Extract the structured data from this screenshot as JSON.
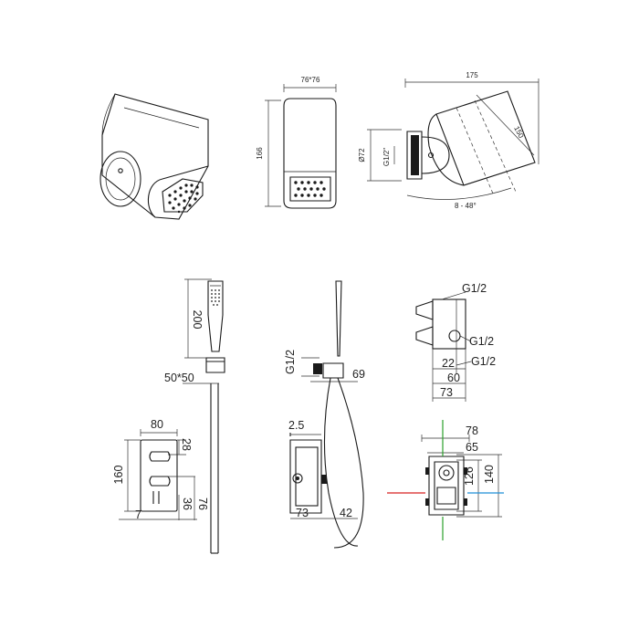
{
  "head_front": {
    "width_label": "76*76",
    "height_label": "166"
  },
  "head_side": {
    "length_label": "175",
    "diag_label": "150",
    "diameter_label": "Ø72",
    "thread_label": "G1/2\"",
    "angle_label": "8 - 48°"
  },
  "hand_shower": {
    "length_label": "200",
    "holder_label": "50*50"
  },
  "faceplate": {
    "width_label": "80",
    "top_label": "28",
    "height_label": "160",
    "bottom_a_label": "36",
    "bottom_b_label": "76",
    "offset_label": "7"
  },
  "side_install": {
    "thread_label": "G1/2",
    "depth_label": "69",
    "wall_label": "2.5",
    "body_label": "73",
    "outlet_label": "42"
  },
  "valve_side": {
    "top_outlet_label": "G1/2",
    "mid_outlet_label": "G1/2",
    "bottom_outlet_label": "G1/2",
    "depth_a_label": "22",
    "depth_b_label": "60",
    "depth_c_label": "73"
  },
  "valve_front": {
    "width_outer_label": "78",
    "width_inner_label": "65",
    "height_inner_label": "126",
    "height_outer_label": "140"
  },
  "colors": {
    "axis_green": "#2aa02a",
    "axis_red": "#d62020",
    "axis_blue": "#1f8fd6",
    "line": "#1a1a1a"
  }
}
